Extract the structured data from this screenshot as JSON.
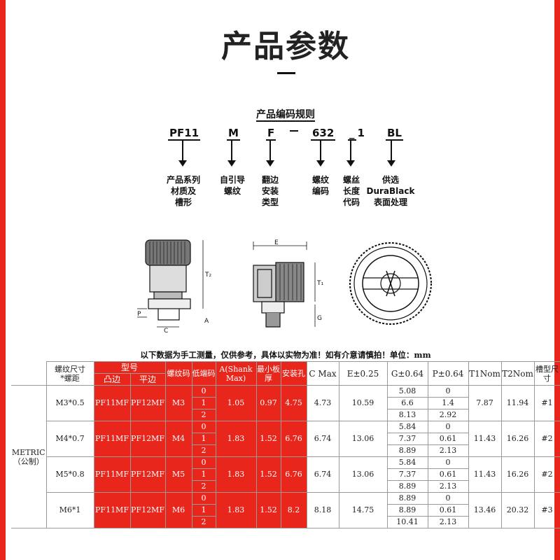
{
  "title": "产品参数",
  "rule": {
    "title": "产品编码规则",
    "codes": [
      "PF11",
      "M",
      "F",
      "-",
      "632",
      "1",
      "BL"
    ],
    "descs": [
      [
        "产品系列",
        "材质及",
        "槽形"
      ],
      [
        "自引导",
        "螺纹"
      ],
      [
        "翻边",
        "安装",
        "类型"
      ],
      [
        "螺纹",
        "编码"
      ],
      [
        "螺丝",
        "长度",
        "代码"
      ],
      [
        "供选",
        "DuraBlack",
        "表面处理"
      ]
    ]
  },
  "drawing_labels": {
    "t2": "T₂",
    "p": "P",
    "c": "C",
    "a": "A",
    "e": "E",
    "t1": "T₁",
    "g": "G"
  },
  "note": "以下数据为手工测量，仅供参考，具体以实物为准！如有介意请慎拍！单位：mm",
  "table": {
    "headers": {
      "thread_size": "螺纹尺寸",
      "pitch": "*螺距",
      "model": "型号",
      "convex": "凸边",
      "flat": "平边",
      "thread_code": "螺纹码",
      "low_end_code": "低端码",
      "a_shank": "A(Shank Max)",
      "min_panel": "最小板厚",
      "hole": "安装孔",
      "c_max": "C Max",
      "e": "E±0.25",
      "g": "G±0.64",
      "p": "P±0.64",
      "t1": "T1Nom",
      "t2": "T2Nom",
      "slot": "槽型尺寸"
    },
    "metric_label": "METRIC",
    "metric_sub": "（公制）",
    "groups": [
      {
        "size": "M3*0.5",
        "convex": "PF11MF",
        "flat": "PF12MF",
        "code": "M3",
        "low": [
          "0",
          "1",
          "2"
        ],
        "a": "1.05",
        "panel": "0.97",
        "hole": "4.75",
        "c": "4.73",
        "e": "10.59",
        "g": [
          "5.08",
          "6.6",
          "8.13"
        ],
        "p": [
          "0",
          "1.4",
          "2.92"
        ],
        "t1": "7.87",
        "t2": "11.94",
        "slot": "#1"
      },
      {
        "size": "M4*0.7",
        "convex": "PF11MF",
        "flat": "PF12MF",
        "code": "M4",
        "low": [
          "0",
          "1",
          "2"
        ],
        "a": "1.83",
        "panel": "1.52",
        "hole": "6.76",
        "c": "6.74",
        "e": "13.06",
        "g": [
          "5.84",
          "7.37",
          "8.89"
        ],
        "p": [
          "0",
          "0.61",
          "2.13"
        ],
        "t1": "11.43",
        "t2": "16.26",
        "slot": "#2"
      },
      {
        "size": "M5*0.8",
        "convex": "PF11MF",
        "flat": "PF12MF",
        "code": "M5",
        "low": [
          "0",
          "1",
          "2"
        ],
        "a": "1.83",
        "panel": "1.52",
        "hole": "6.76",
        "c": "6.74",
        "e": "13.06",
        "g": [
          "5.84",
          "7.37",
          "8.89"
        ],
        "p": [
          "0",
          "0.61",
          "2.13"
        ],
        "t1": "11.43",
        "t2": "16.26",
        "slot": "#2"
      },
      {
        "size": "M6*1",
        "convex": "PF11MF",
        "flat": "PF12MF",
        "code": "M6",
        "low": [
          "0",
          "1",
          "2"
        ],
        "a": "1.83",
        "panel": "1.52",
        "hole": "8.2",
        "c": "8.18",
        "e": "14.75",
        "g": [
          "8.89",
          "8.89",
          "10.41"
        ],
        "p": [
          "0",
          "0.61",
          "2.13"
        ],
        "t1": "13.46",
        "t2": "20.32",
        "slot": "#3"
      }
    ]
  }
}
